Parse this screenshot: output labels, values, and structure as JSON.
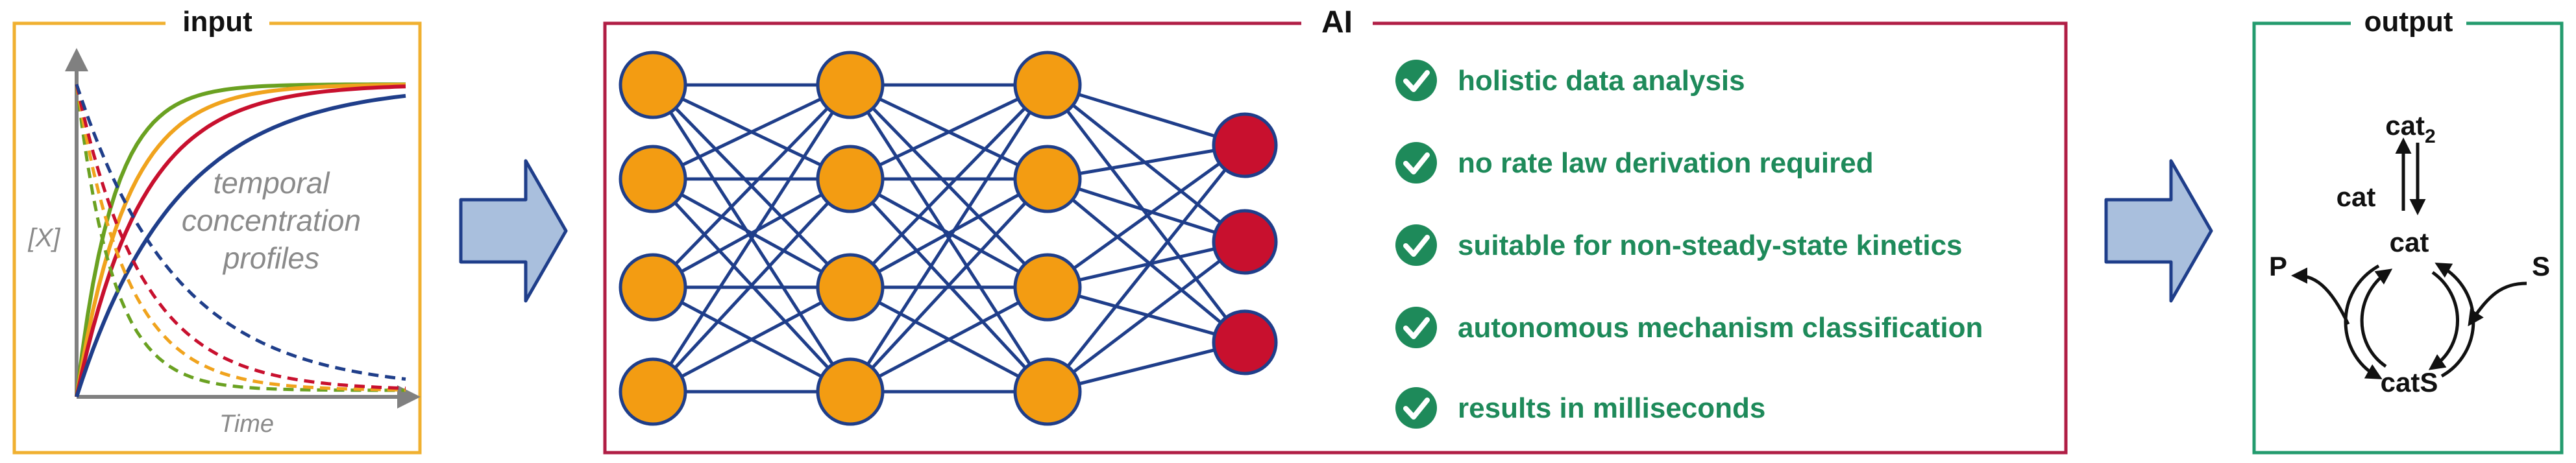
{
  "input": {
    "title": "input",
    "y_axis_label": "[X]",
    "x_axis_label": "Time",
    "caption_lines": [
      "temporal",
      "concentration",
      "profiles"
    ],
    "curve_colors": [
      "#6aa121",
      "#f0a31d",
      "#c8102e",
      "#1f3e8a"
    ]
  },
  "ai": {
    "title": "AI",
    "network": {
      "layers": [
        4,
        4,
        4,
        3
      ],
      "hidden_node_color": "#f39c12",
      "output_node_color": "#c8102e",
      "edge_color": "#1f3e8a"
    },
    "features": [
      "holistic data analysis",
      "no rate law derivation required",
      "suitable for non-steady-state kinetics",
      "autonomous mechanism classification",
      "results in milliseconds"
    ],
    "feature_color": "#1e8a5a"
  },
  "output": {
    "title": "output",
    "species": {
      "cat2_base": "cat",
      "cat2_sub": "2",
      "cat_left": "cat",
      "cat": "cat",
      "catS": "catS",
      "P": "P",
      "S": "S"
    }
  },
  "colors": {
    "input_border": "#f0b030",
    "ai_border": "#b01e45",
    "output_border": "#239b6e",
    "arrow_fill": "#a9bfdd",
    "arrow_stroke": "#1f3e8a",
    "axis": "#808080"
  }
}
